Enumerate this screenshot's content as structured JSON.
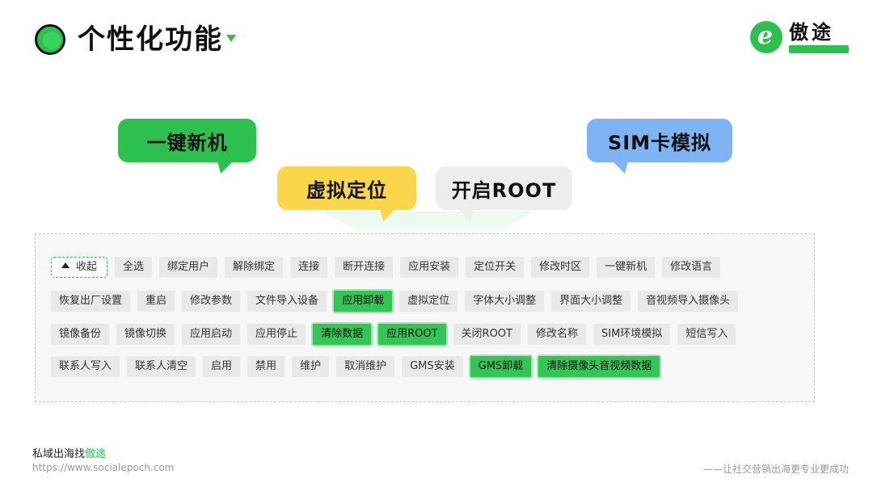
{
  "header": {
    "title": "个性化功能",
    "logo_name": "傲途"
  },
  "bubbles": {
    "one_key_new_device": "一键新机",
    "virtual_location": "虚拟定位",
    "enable_root": "开启ROOT",
    "sim_card_simulation": "SIM卡模拟"
  },
  "panel": {
    "collapse_label": "收起",
    "rows": [
      [
        {
          "label": "全选",
          "active": false
        },
        {
          "label": "绑定用户",
          "active": false
        },
        {
          "label": "解除绑定",
          "active": false
        },
        {
          "label": "连接",
          "active": false
        },
        {
          "label": "断开连接",
          "active": false
        },
        {
          "label": "应用安装",
          "active": false
        },
        {
          "label": "定位开关",
          "active": false
        },
        {
          "label": "修改时区",
          "active": false
        },
        {
          "label": "一键新机",
          "active": false
        },
        {
          "label": "修改语言",
          "active": false
        }
      ],
      [
        {
          "label": "恢复出厂设置",
          "active": false
        },
        {
          "label": "重启",
          "active": false
        },
        {
          "label": "修改参数",
          "active": false
        },
        {
          "label": "文件导入设备",
          "active": false
        },
        {
          "label": "应用卸载",
          "active": true
        },
        {
          "label": "虚拟定位",
          "active": false
        },
        {
          "label": "字体大小调整",
          "active": false
        },
        {
          "label": "界面大小调整",
          "active": false
        },
        {
          "label": "音视频导入摄像头",
          "active": false
        }
      ],
      [
        {
          "label": "镜像备份",
          "active": false
        },
        {
          "label": "镜像切换",
          "active": false
        },
        {
          "label": "应用启动",
          "active": false
        },
        {
          "label": "应用停止",
          "active": false
        },
        {
          "label": "清除数据",
          "active": true
        },
        {
          "label": "应用ROOT",
          "active": true
        },
        {
          "label": "关闭ROOT",
          "active": false
        },
        {
          "label": "修改名称",
          "active": false
        },
        {
          "label": "SIM环境模拟",
          "active": false
        },
        {
          "label": "短信写入",
          "active": false
        }
      ],
      [
        {
          "label": "联系人写入",
          "active": false
        },
        {
          "label": "联系人清空",
          "active": false
        },
        {
          "label": "启用",
          "active": false
        },
        {
          "label": "禁用",
          "active": false
        },
        {
          "label": "维护",
          "active": false
        },
        {
          "label": "取消维护",
          "active": false
        },
        {
          "label": "GMS安装",
          "active": false
        },
        {
          "label": "GMS卸载",
          "active": true
        },
        {
          "label": "清除摄像头音视频数据",
          "active": true
        }
      ]
    ]
  },
  "footer": {
    "title_prefix": "私域出海找",
    "title_accent": "傲途",
    "url": "https://www.socialepoch.com",
    "slogan": "——让社交营销出海更专业更成功"
  },
  "colors": {
    "brand_green": "#2ec04f",
    "active_chip": "#35c456",
    "yellow": "#fbd64a",
    "blue": "#7fb4f4",
    "gray": "#ededed"
  }
}
